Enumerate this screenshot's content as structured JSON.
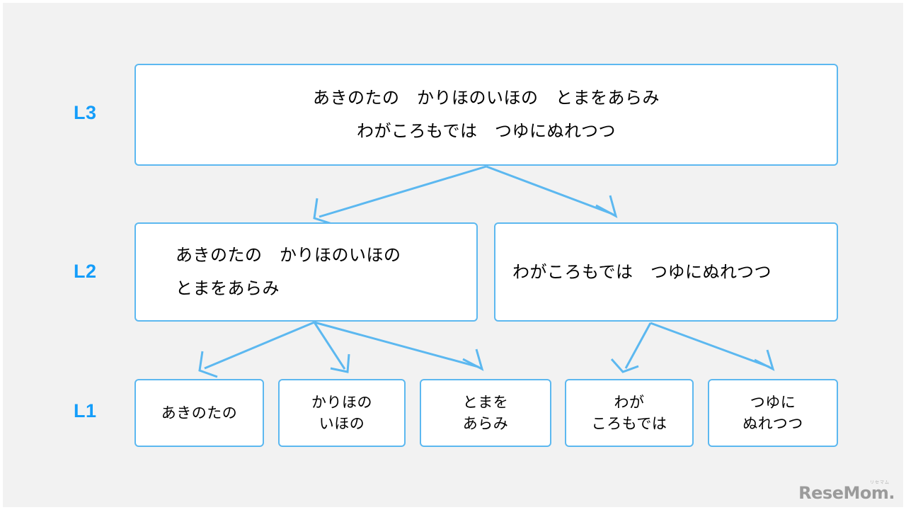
{
  "canvas": {
    "background": "#f2f2f2",
    "accent": "#5cb8f0",
    "label_color": "#149dfa",
    "text_color": "#000000"
  },
  "levels": [
    {
      "id": "L3",
      "label": "L3"
    },
    {
      "id": "L2",
      "label": "L2"
    },
    {
      "id": "L1",
      "label": "L1"
    }
  ],
  "nodes": {
    "l3": {
      "text": "あきのたの　かりほのいほの　とまをあらみ\nわがころもでは　つゆにぬれつつ"
    },
    "l2": [
      {
        "text": "あきのたの　かりほのいほの\nとまをあらみ"
      },
      {
        "text": "わがころもでは　つゆにぬれつつ"
      }
    ],
    "l1": [
      {
        "text": "あきのたの"
      },
      {
        "text": "かりほの\nいほの"
      },
      {
        "text": "とまを\nあらみ"
      },
      {
        "text": "わが\nころもでは"
      },
      {
        "text": "つゆに\nぬれつつ"
      }
    ]
  },
  "watermark": {
    "ruby": "リセマム",
    "text": "ReseMom."
  }
}
